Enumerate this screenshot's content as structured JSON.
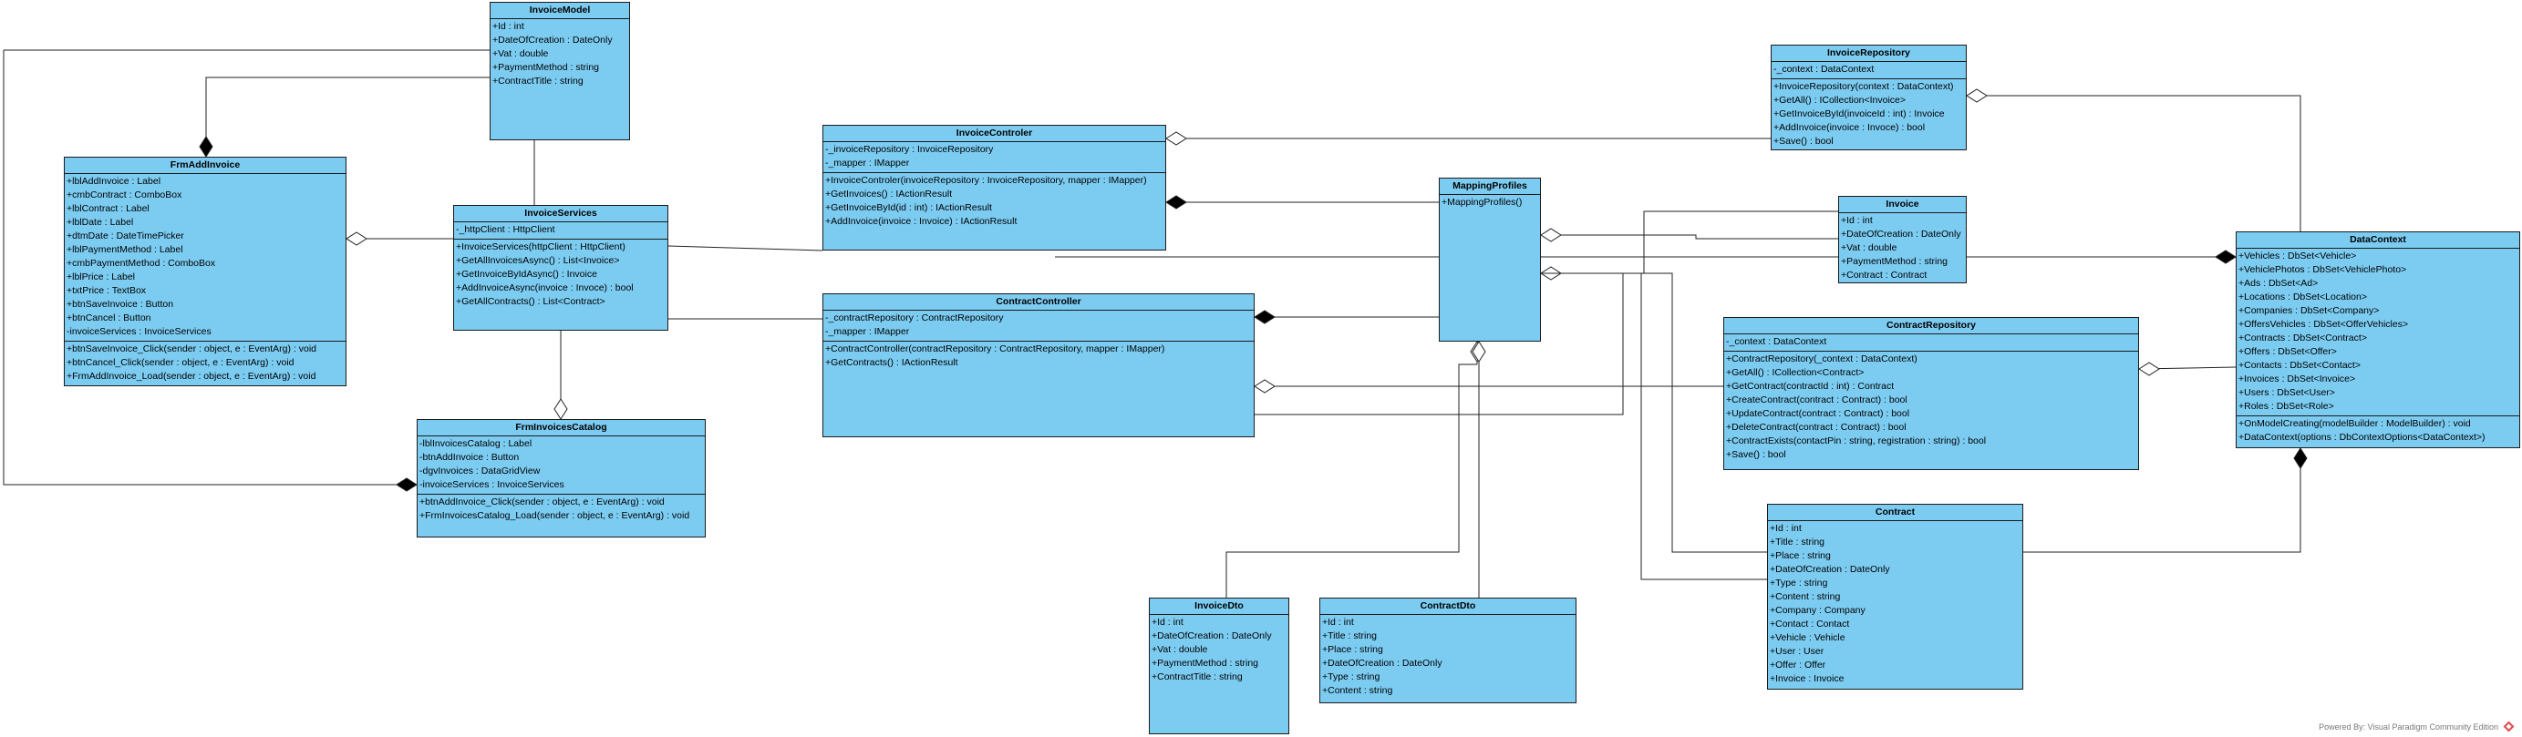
{
  "classes": {
    "invoice_model": {
      "title": "InvoiceModel",
      "attributes": [
        "+Id : int",
        "+DateOfCreation : DateOnly",
        "+Vat : double",
        "+PaymentMethod : string",
        "+ContractTitle : string"
      ],
      "operations": []
    },
    "frm_add_invoice": {
      "title": "FrmAddInvoice",
      "attributes": [
        "+lblAddInvoice : Label",
        "+cmbContract : ComboBox",
        "+lblContract : Label",
        "+lblDate : Label",
        "+dtmDate : DateTimePicker",
        "+lblPaymentMethod : Label",
        "+cmbPaymentMethod : ComboBox",
        "+lblPrice : Label",
        "+txtPrice : TextBox",
        "+btnSaveInvoice : Button",
        "+btnCancel : Button",
        "-invoiceServices : InvoiceServices"
      ],
      "operations": [
        "+btnSaveInvoice_Click(sender : object, e : EventArg) : void",
        "+btnCancel_Click(sender : object, e : EventArg) : void",
        "+FrmAddInvoice_Load(sender : object, e : EventArg) : void"
      ]
    },
    "invoice_services": {
      "title": "InvoiceServices",
      "attributes": [
        "-_httpClient : HttpClient"
      ],
      "operations": [
        "+InvoiceServices(httpClient : HttpClient)",
        "+GetAllInvoicesAsync() : List<Invoice>",
        "+GetInvoiceByIdAsync() : Invoice",
        "+AddInvoiceAsync(invoice : Invoce) : bool",
        "+GetAllContracts() : List<Contract>"
      ]
    },
    "frm_invoices_catalog": {
      "title": "FrmInvoicesCatalog",
      "attributes": [
        "-lblInvoicesCatalog : Label",
        "-btnAddInvoice : Button",
        "-dgvInvoices : DataGridView",
        "-invoiceServices : InvoiceServices"
      ],
      "operations": [
        "+btnAddInvoice_Click(sender : object, e : EventArg) : void",
        "+FrmInvoicesCatalog_Load(sender : object, e : EventArg) : void"
      ]
    },
    "invoice_controler": {
      "title": "InvoiceControler",
      "attributes": [
        "-_invoiceRepository : InvoiceRepository",
        "-_mapper : IMapper"
      ],
      "operations": [
        "+InvoiceControler(invoiceRepository : InvoiceRepository, mapper : IMapper)",
        "+GetInvoices() : IActionResult",
        "+GetInvoiceById(id : int) : IActionResult",
        "+AddInvoice(invoice : Invoice) : IActionResult"
      ]
    },
    "contract_controller": {
      "title": "ContractController",
      "attributes": [
        "-_contractRepository : ContractRepository",
        "-_mapper : IMapper"
      ],
      "operations": [
        "+ContractController(contractRepository : ContractRepository, mapper : IMapper)",
        "+GetContracts() : IActionResult"
      ]
    },
    "mapping_profiles": {
      "title": "MappingProfiles",
      "attributes": [
        "+MappingProfiles()"
      ],
      "operations": []
    },
    "invoice_repository": {
      "title": "InvoiceRepository",
      "attributes": [
        "-_context : DataContext"
      ],
      "operations": [
        "+InvoiceRepository(context : DataContext)",
        "+GetAll() : ICollection<Invoice>",
        "+GetInvoiceById(invoiceId : int) : Invoice",
        "+AddInvoice(invoice : Invoce) : bool",
        "+Save() : bool"
      ]
    },
    "invoice": {
      "title": "Invoice",
      "attributes": [
        "+Id : int",
        "+DateOfCreation : DateOnly",
        "+Vat : double",
        "+PaymentMethod : string",
        "+Contract : Contract"
      ],
      "operations": []
    },
    "contract_repository": {
      "title": "ContractRepository",
      "attributes": [
        "-_context : DataContext"
      ],
      "operations": [
        "+ContractRepository(_context : DataContext)",
        "+GetAll() : ICollection<Contract>",
        "+GetContract(contractId : int) : Contract",
        "+CreateContract(contract : Contract) : bool",
        "+UpdateContract(contract : Contract) : bool",
        "+DeleteContract(contract : Contract) : bool",
        "+ContractExists(contactPin : string, registration : string) : bool",
        "+Save() : bool"
      ]
    },
    "contract": {
      "title": "Contract",
      "attributes": [
        "+Id : int",
        "+Title : string",
        "+Place : string",
        "+DateOfCreation : DateOnly",
        "+Type : string",
        "+Content : string",
        "+Company : Company",
        "+Contact : Contact",
        "+Vehicle : Vehicle",
        "+User : User",
        "+Offer : Offer",
        "+Invoice : Invoice"
      ],
      "operations": []
    },
    "data_context": {
      "title": "DataContext",
      "attributes": [
        "+Vehicles : DbSet<Vehicle>",
        "+VehiclePhotos : DbSet<VehiclePhoto>",
        "+Ads : DbSet<Ad>",
        "+Locations : DbSet<Location>",
        "+Companies : DbSet<Company>",
        "+OffersVehicles : DbSet<OfferVehicles>",
        "+Contracts : DbSet<Contract>",
        "+Offers : DbSet<Offer>",
        "+Contacts : DbSet<Contact>",
        "+Invoices : DbSet<Invoice>",
        "+Users : DbSet<User>",
        "+Roles : DbSet<Role>"
      ],
      "operations": [
        "+OnModelCreating(modelBuilder : ModelBuilder) : void",
        "+DataContext(options : DbContextOptions<DataContext>)"
      ]
    },
    "invoice_dto": {
      "title": "InvoiceDto",
      "attributes": [
        "+Id : int",
        "+DateOfCreation : DateOnly",
        "+Vat : double",
        "+PaymentMethod : string",
        "+ContractTitle : string"
      ],
      "operations": []
    },
    "contract_dto": {
      "title": "ContractDto",
      "attributes": [
        "+Id : int",
        "+Title : string",
        "+Place : string",
        "+DateOfCreation : DateOnly",
        "+Type : string",
        "+Content : string"
      ],
      "operations": []
    }
  },
  "footer": {
    "credit": "Powered By: Visual Paradigm Community Edition"
  },
  "colors": {
    "class_fill": "#7cccf2",
    "border": "#1a1a1a",
    "line": "#222222"
  }
}
